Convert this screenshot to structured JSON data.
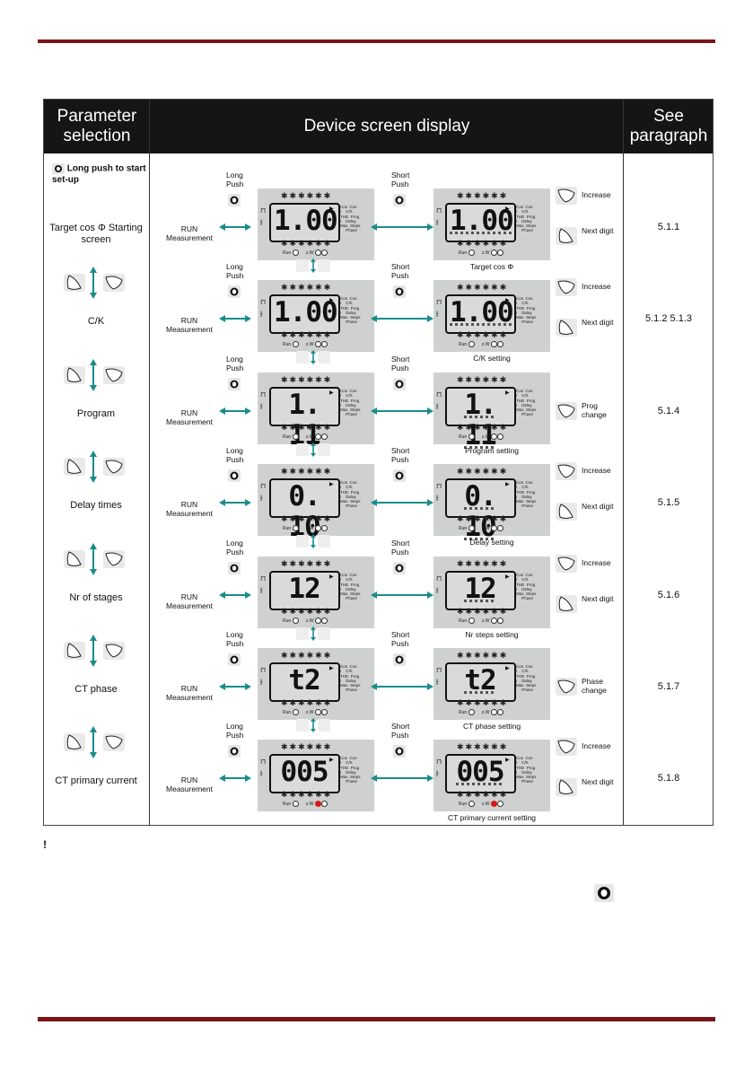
{
  "table": {
    "headers": {
      "col1": "Parameter selection",
      "col2": "Device screen display",
      "col3": "See paragraph"
    },
    "start_note": "Long push to start set-up",
    "arrow_left_label": "RUN Measurement",
    "long_push": "Long Push",
    "short_push": "Short Push",
    "rows": [
      {
        "param": "Target cos Φ Starting screen",
        "run_display": "1.00",
        "set_display": "1.00",
        "caption": "Target cos Φ",
        "actions": [
          {
            "label": "Increase"
          },
          {
            "label": "Next digit"
          }
        ],
        "paragraph": "5.1.1"
      },
      {
        "param": "C/K",
        "run_display": "1.00",
        "set_display": "1.00",
        "caption": "C/K setting",
        "actions": [
          {
            "label": "Increase"
          },
          {
            "label": "Next digit"
          }
        ],
        "paragraph": "5.1.2 5.1.3"
      },
      {
        "param": "Program",
        "run_display": "1. 11",
        "set_display": "1. 11",
        "caption": "Program setting",
        "actions": [
          {
            "label": "Prog change"
          }
        ],
        "paragraph": "5.1.4"
      },
      {
        "param": "Delay times",
        "run_display": "0. 10",
        "set_display": "0. 10",
        "caption": "Delay setting",
        "actions": [
          {
            "label": "Increase"
          },
          {
            "label": "Next digit"
          }
        ],
        "paragraph": "5.1.5"
      },
      {
        "param": "Nr of stages",
        "run_display": "12",
        "set_display": "12",
        "caption": "Nr steps setting",
        "actions": [
          {
            "label": "Increase"
          },
          {
            "label": "Next digit"
          }
        ],
        "paragraph": "5.1.6"
      },
      {
        "param": "CT phase",
        "run_display": "t2",
        "set_display": "t2",
        "caption": "CT phase setting",
        "actions": [
          {
            "label": "Phase change"
          }
        ],
        "paragraph": "5.1.7"
      },
      {
        "param": "CT primary current",
        "run_display": "005",
        "set_display": "005",
        "caption": "CT primary current setting",
        "actions": [
          {
            "label": "Increase"
          },
          {
            "label": "Next digit"
          }
        ],
        "paragraph": "5.1.8"
      }
    ],
    "lcd_side": [
      "Cos  Cos",
      "I    C/K",
      "THD  Prog",
      "I    Delay",
      "Max  Steps",
      "     Phase"
    ],
    "lcd_bottom": "Run",
    "lcd_bottom2": "z.W"
  },
  "footnote_mark": "!"
}
